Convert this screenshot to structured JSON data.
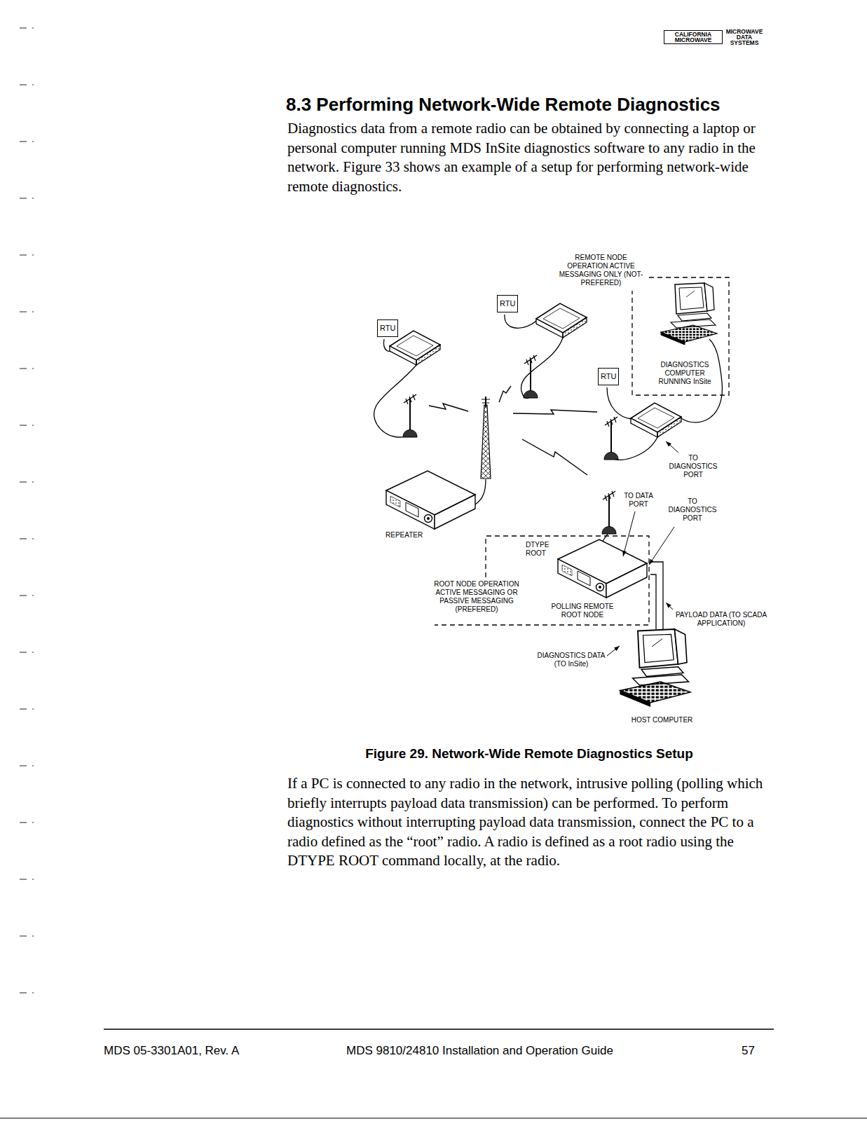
{
  "diagram": {
    "title": "8.3 Performing Network-Wide Remote Diagnostics",
    "caption": "Figure 29. Network-Wide Remote Diagnostics Setup",
    "nodes": [
      {
        "text": [
          "RTU"
        ]
      },
      {
        "text": [
          "RTU"
        ]
      },
      {
        "text": [
          "REMOTE NODE OPERATION ACTIVE MESSAGING ONLY (NOT-PREFERED)",
          "DIAGNOSTICS COMPUTER RUNNING InSite"
        ]
      },
      {
        "text": [
          "RTU"
        ]
      },
      {
        "text": [
          "REPEATER"
        ]
      },
      {
        "text": [
          "DTYPE ROOT",
          "ROOT NODE OPERATION ACTIVE MESSAGING OR PASSIVE MESSAGING (PREFERED)",
          "POLLING REMOTE ROOT NODE"
        ]
      },
      {
        "text": [
          "HOST COMPUTER"
        ]
      }
    ],
    "edges": [
      {
        "from": 5,
        "to": 6,
        "arrow": "none"
      },
      {
        "from": 5,
        "to": 6,
        "arrow": "none"
      }
    ],
    "labels": [
      "CALIFORNIA MICROWAVE",
      "MICROWAVE DATA SYSTEMS",
      "Diagnostics data from a remote radio can be obtained by connecting a laptop or personal computer running MDS InSite diagnostics software to any radio in the network. Figure 33 shows an example of a setup for performing network-wide remote diagnostics.",
      "TO DIAGNOSTICS PORT",
      "TO DATA PORT",
      "TO DIAGNOSTICS PORT",
      "PAYLOAD DATA (TO SCADA APPLICATION)",
      "DIAGNOSTICS DATA (TO InSite)",
      "If a PC is connected to any radio in the network, intrusive polling (polling which briefly interrupts payload data transmission) can be performed. To perform diagnostics without interrupting payload data transmission, connect the PC to a radio defined as the “root” radio. A radio is defined as a root radio using the DTYPE ROOT command locally, at the radio.",
      "MDS 05-3301A01, Rev. A",
      "MDS 9810/24810 Installation and Operation Guide",
      "57"
    ]
  }
}
